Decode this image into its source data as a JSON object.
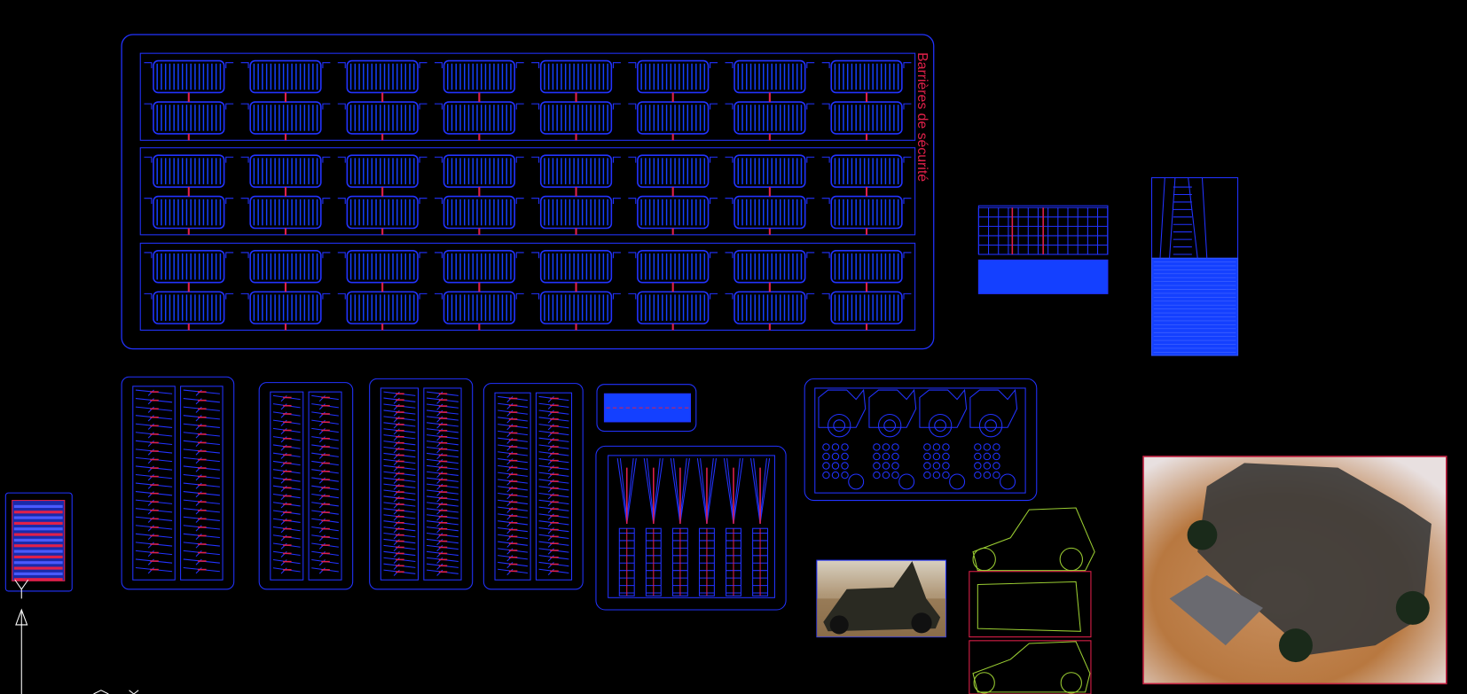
{
  "drawing": {
    "title_label": "Barrières de sécurité",
    "colors": {
      "background": "#000000",
      "line_blue": "#2233ff",
      "fill_blue": "#1440ff",
      "accent_red": "#e0204a",
      "green": "#9acd32",
      "white": "#ffffff"
    },
    "barrier_grid": {
      "rows": 3,
      "columns": 8,
      "barriers_per_cell": 2
    },
    "photos": [
      {
        "name": "buggy-desert-photo"
      },
      {
        "name": "rc-buggy-photo"
      }
    ]
  }
}
